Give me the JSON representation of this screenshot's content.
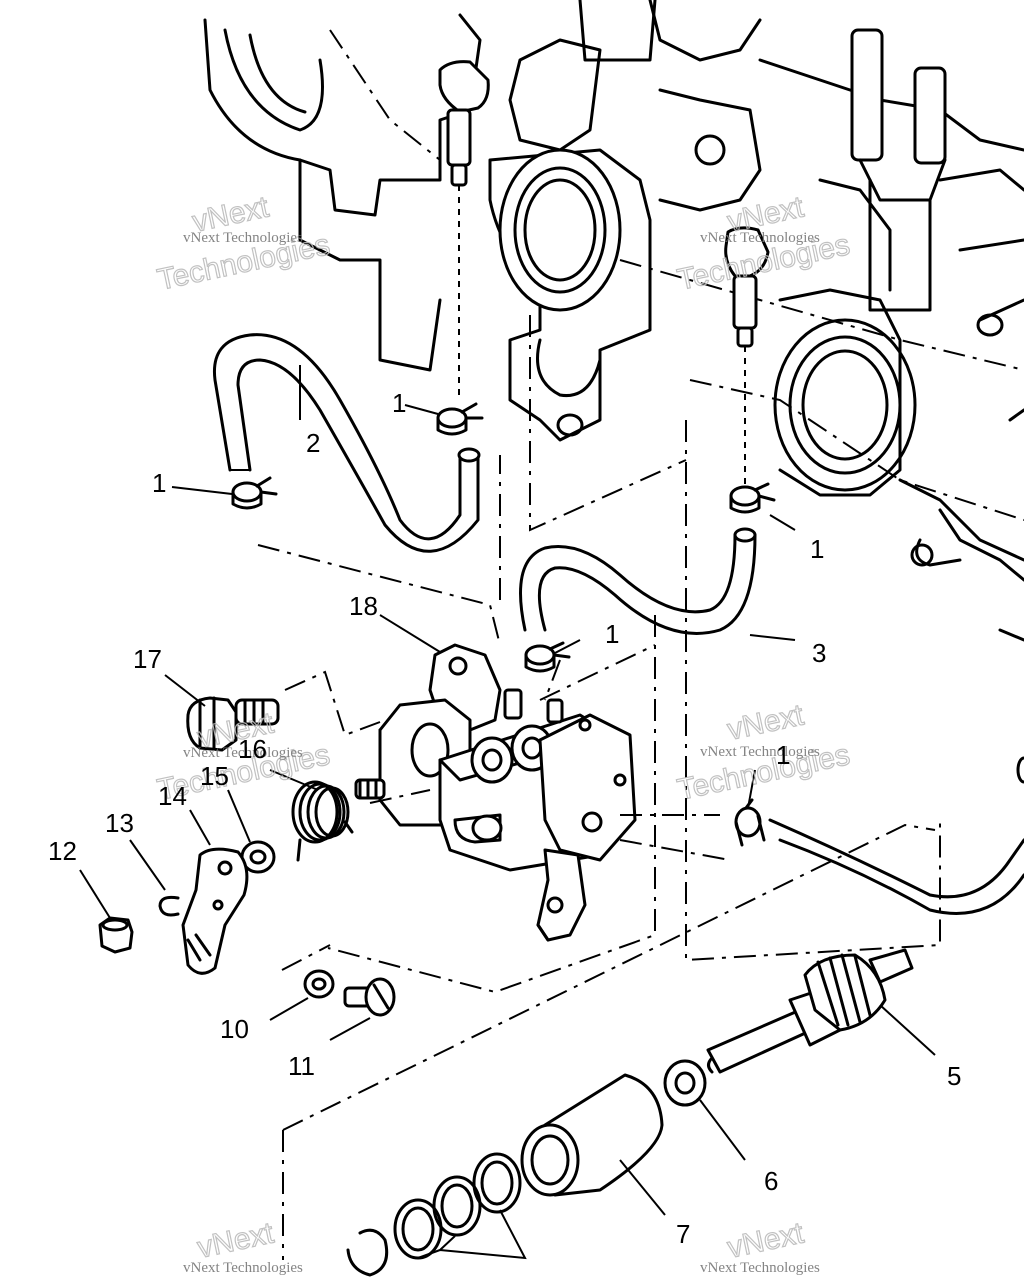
{
  "callouts": {
    "c1a": "1",
    "c1b": "1",
    "c1c": "1",
    "c1d": "1",
    "c1e": "1",
    "c2": "2",
    "c3": "3",
    "c5": "5",
    "c6": "6",
    "c7": "7",
    "c10": "10",
    "c11": "11",
    "c12": "12",
    "c13": "13",
    "c14": "14",
    "c15": "15",
    "c16": "16",
    "c17": "17",
    "c18": "18"
  },
  "watermark": {
    "small": "vNext Technologies",
    "big_top": "vNext",
    "big_bottom": "Technologies"
  }
}
